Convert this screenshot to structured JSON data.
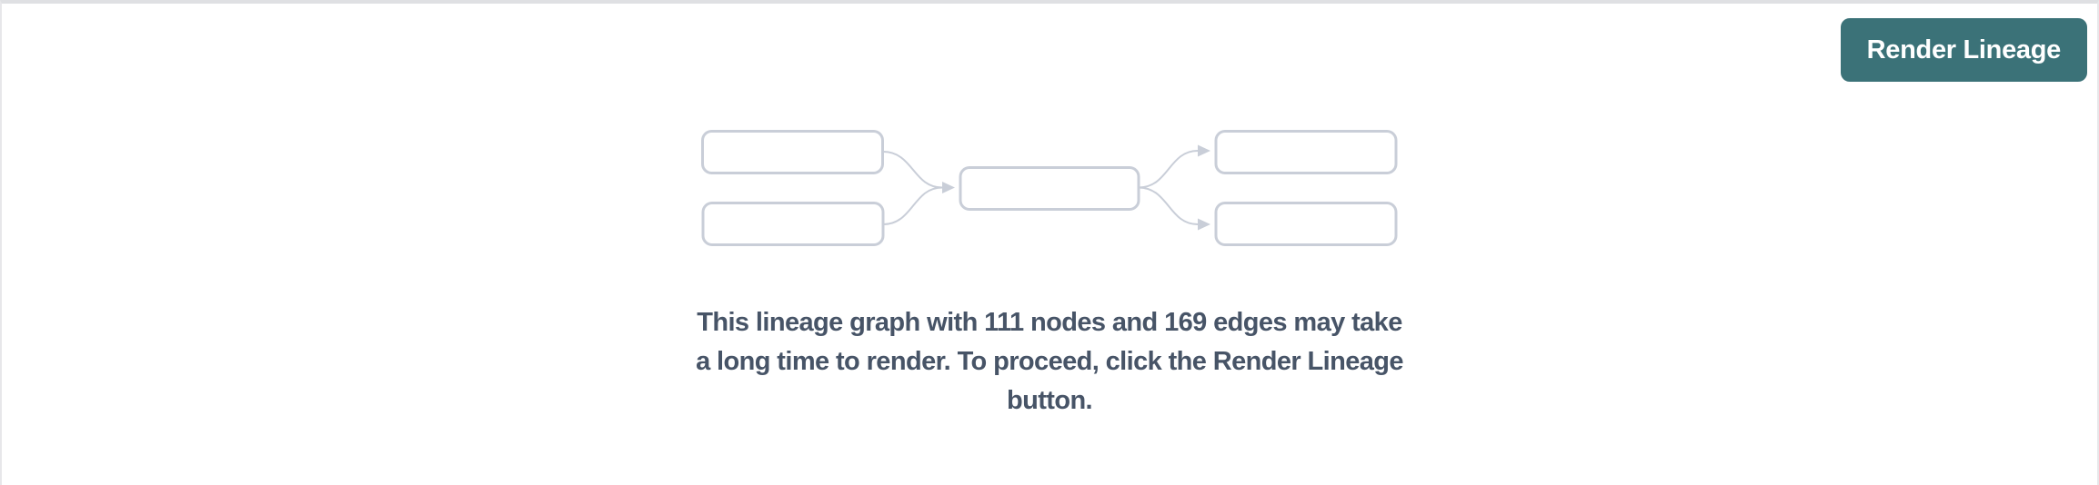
{
  "header": {
    "render_button_label": "Render Lineage"
  },
  "empty_state": {
    "graphic": "lineage-graph-placeholder",
    "message_lines": [
      "This lineage graph with 111 nodes and 169 edges may take",
      "a long time to render. To proceed, click the Render Lineage",
      "button."
    ]
  },
  "colors": {
    "accent_teal": "#3B7278",
    "button_text": "#FFFFFF",
    "message_text": "#475467",
    "placeholder_stroke": "#C9CED8",
    "panel_border_top": "#DFE0E3",
    "panel_border_side": "#E7E7EA",
    "background": "#FFFFFF"
  }
}
